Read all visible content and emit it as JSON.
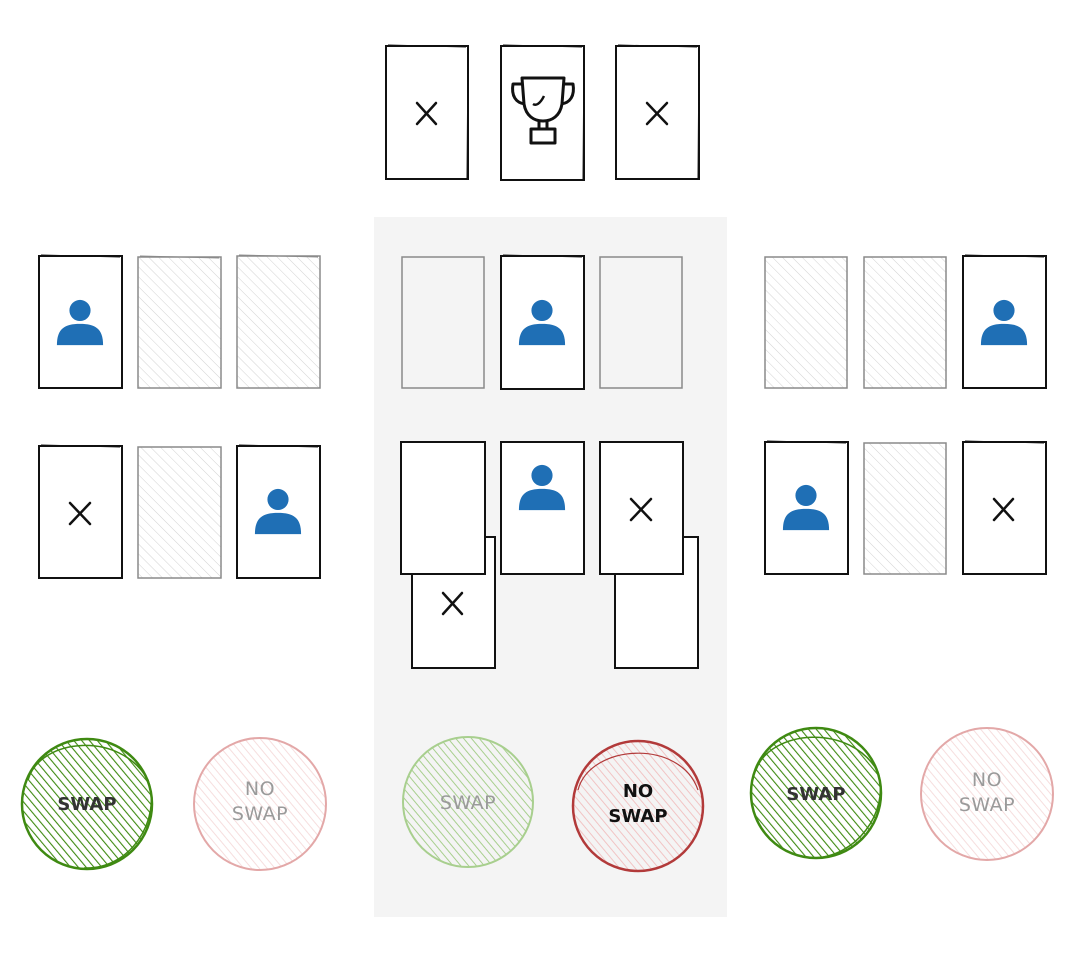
{
  "colors": {
    "ink": "#111111",
    "ghost_stroke": "#8a8a8a",
    "person_blue": "#1f6fb5",
    "highlight_bg": "#f4f4f4",
    "swap_green": "#3f8a12",
    "swap_green_light": "#a8cf8e",
    "noswap_red": "#b23a3a",
    "noswap_red_light": "#e3a8a8"
  },
  "icons": {
    "goat": "x-mark",
    "car": "trophy-icon",
    "contestant": "person-icon"
  },
  "buttons": {
    "swap_label": "SWAP",
    "no_swap_line1": "NO",
    "no_swap_line2": "SWAP"
  }
}
